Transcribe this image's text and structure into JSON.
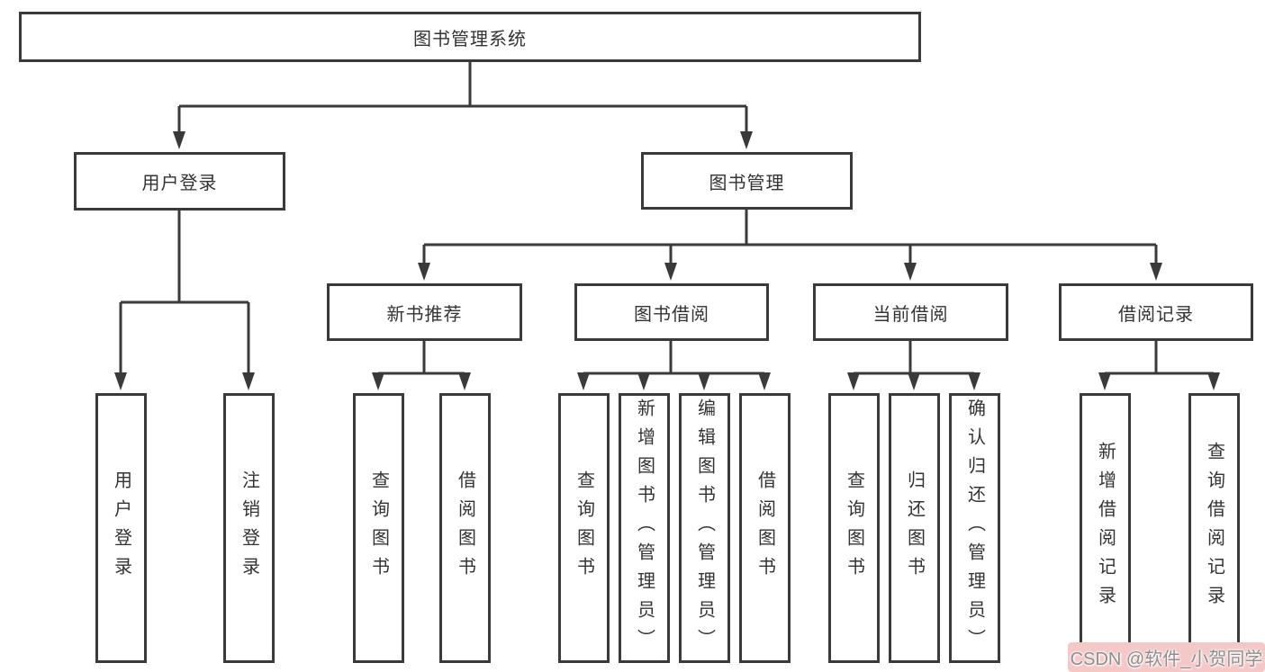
{
  "diagram": {
    "root": {
      "label": "图书管理系统"
    },
    "level2": [
      {
        "id": "user-login",
        "label": "用户登录",
        "parent": "图书管理系统"
      },
      {
        "id": "book-management",
        "label": "图书管理",
        "parent": "图书管理系统"
      }
    ],
    "level3": [
      {
        "id": "new-book-recommendation",
        "label": "新书推荐",
        "parent": "图书管理"
      },
      {
        "id": "book-borrowing",
        "label": "图书借阅",
        "parent": "图书管理"
      },
      {
        "id": "current-borrowing",
        "label": "当前借阅",
        "parent": "图书管理"
      },
      {
        "id": "borrowing-records",
        "label": "借阅记录",
        "parent": "图书管理"
      }
    ],
    "leaves": [
      {
        "label": "用户登录",
        "parent": "用户登录"
      },
      {
        "label": "注销登录",
        "parent": "用户登录"
      },
      {
        "label": "查询图书",
        "parent": "新书推荐"
      },
      {
        "label": "借阅图书",
        "parent": "新书推荐"
      },
      {
        "label": "查询图书",
        "parent": "图书借阅"
      },
      {
        "label": "新增图书（管理员）",
        "parent": "图书借阅"
      },
      {
        "label": "编辑图书（管理员）",
        "parent": "图书借阅"
      },
      {
        "label": "借阅图书",
        "parent": "图书借阅"
      },
      {
        "label": "查询图书",
        "parent": "当前借阅"
      },
      {
        "label": "归还图书",
        "parent": "当前借阅"
      },
      {
        "label": "确认归还（管理员）",
        "parent": "当前借阅"
      },
      {
        "label": "新增借阅记录",
        "parent": "借阅记录"
      },
      {
        "label": "查询借阅记录",
        "parent": "借阅记录"
      }
    ]
  },
  "watermark": {
    "text": "CSDN @软件_小贺同学"
  },
  "colors": {
    "line-color": "#3a3a3a",
    "box-border": "#3a3a3a",
    "box-fill": "#ffffff",
    "text-color": "#333333",
    "bg": "#ffffff",
    "wm-bg": "#f5c8c8",
    "wm-text": "#8e8e8e"
  }
}
